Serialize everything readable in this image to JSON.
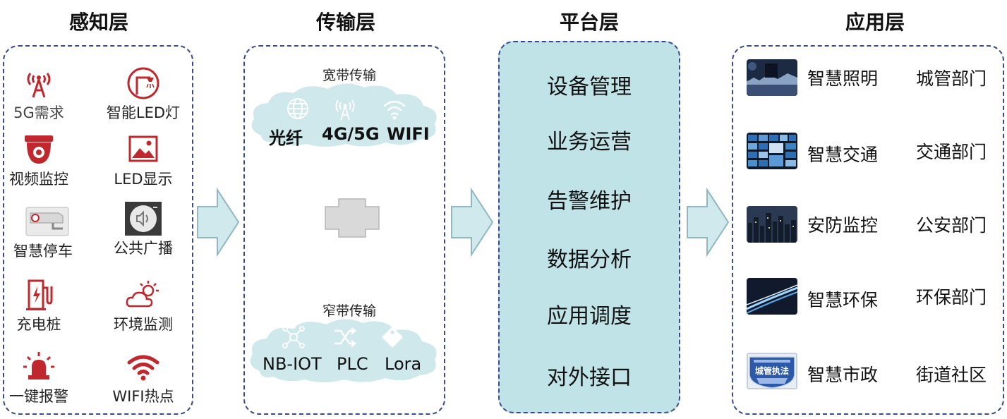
{
  "columns": {
    "sense": "感知层",
    "transport": "传输层",
    "platform": "平台层",
    "application": "应用层"
  },
  "sense_items": [
    {
      "label": "5G需求",
      "icon": "5g-tower-icon"
    },
    {
      "label": "智能LED灯",
      "icon": "street-light-icon"
    },
    {
      "label": "视频监控",
      "icon": "dome-camera-icon"
    },
    {
      "label": "LED显示",
      "icon": "image-display-icon"
    },
    {
      "label": "智慧停车",
      "icon": "bullet-camera-icon"
    },
    {
      "label": "公共广播",
      "icon": "speaker-icon"
    },
    {
      "label": "充电桩",
      "icon": "charging-pile-icon"
    },
    {
      "label": "环境监测",
      "icon": "weather-icon"
    },
    {
      "label": "一键报警",
      "icon": "alarm-light-icon"
    },
    {
      "label": "WIFI热点",
      "icon": "wifi-icon"
    }
  ],
  "transport": {
    "broadband": {
      "title": "宽带传输",
      "items": [
        {
          "label": "光纤",
          "icon": "globe-icon"
        },
        {
          "label": "4G/5G",
          "icon": "antenna-icon"
        },
        {
          "label": "WIFI",
          "icon": "wifi-icon"
        }
      ]
    },
    "narrowband": {
      "title": "窄带传输",
      "items": [
        {
          "label": "NB-IOT",
          "icon": "network-node-icon"
        },
        {
          "label": "PLC",
          "icon": "shuffle-icon"
        },
        {
          "label": "Lora",
          "icon": "tag-icon"
        }
      ]
    }
  },
  "platform_items": [
    "设备管理",
    "业务运营",
    "告警维护",
    "数据分析",
    "应用调度",
    "对外接口"
  ],
  "applications": [
    {
      "name": "智慧照明",
      "dept": "城管部门",
      "thumb": "city-night-thumb"
    },
    {
      "name": "智慧交通",
      "dept": "交通部门",
      "thumb": "video-wall-thumb"
    },
    {
      "name": "安防监控",
      "dept": "公安部门",
      "thumb": "skyline-thumb"
    },
    {
      "name": "智慧环保",
      "dept": "环保部门",
      "thumb": "light-trail-thumb"
    },
    {
      "name": "智慧市政",
      "dept": "街道社区",
      "thumb": "badge-thumb",
      "badge_text": "城管执法"
    }
  ],
  "colors": {
    "icon_red": "#c0282d",
    "panel_border": "#3a4a8a",
    "cloud": "#cfe8ec",
    "platform_bg": "#bfe3e6",
    "arrow_fill": "#cfe9ec",
    "arrow_stroke": "#8fb8c0"
  }
}
